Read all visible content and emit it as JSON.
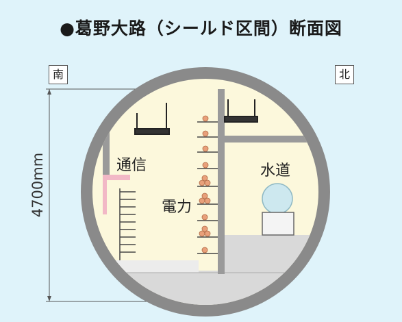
{
  "title": "●葛野大路（シールド区間）断面図",
  "directions": {
    "south": "南",
    "north": "北"
  },
  "dimension": {
    "label": "4700mm"
  },
  "compartments": {
    "communication": "通信",
    "power": "電力",
    "water": "水道"
  },
  "colors": {
    "background": "#dff3fa",
    "tunnel_ring": "#8a8a8a",
    "interior": "#fcf8dc",
    "floor": "#d9d9d9",
    "cable": "#e8a07a",
    "water_pipe": "#cde8ef",
    "comm_accent": "#f2b8c6"
  }
}
